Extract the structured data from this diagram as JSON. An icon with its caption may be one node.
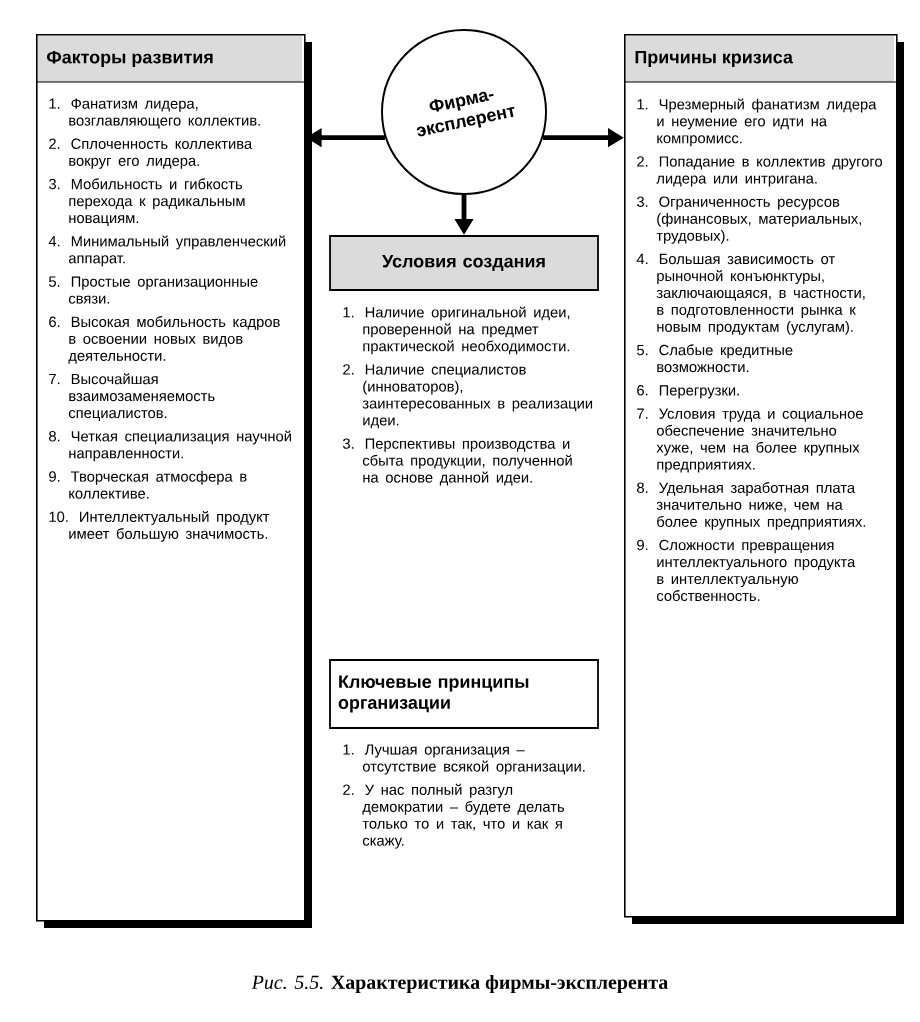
{
  "diagram": {
    "caption": "*Рис. 5.5.* **Характеристика фирмы-эксплерента**",
    "nodes": [
      {
        "text": [
          "Фирма-эксплерент"
        ]
      },
      {
        "text": [
          "Факторы развития",
          "1. Фанатизм лидера, возглавляющего коллектив.",
          "2. Сплоченность коллектива вокруг его лидера.",
          "3. Мобильность и гибкость перехода к радикальным новациям.",
          "4. Минимальный управленческий аппарат.",
          "5. Простые организационные связи.",
          "6. Высокая мобильность кадров в освоении новых видов деятельности.",
          "7. Высочайшая взаимозаменяемость специалистов.",
          "8. Четкая специализация научной направленности.",
          "9. Творческая атмосфера в коллективе.",
          "10. Интеллектуальный продукт имеет большую значимость."
        ]
      },
      {
        "text": [
          "Причины кризиса",
          "1. Чрезмерный фанатизм лидера и неумение его идти на компромисс.",
          "2. Попадание в коллектив другого лидера или интригана.",
          "3. Ограниченность ресурсов (финансовых, материальных, трудовых).",
          "4. Большая зависимость от рыночной конъюнктуры, заключающаяся, в частности, в подготовленности рынка к новым продуктам (услугам).",
          "5. Слабые кредитные возможности.",
          "6. Перегрузки.",
          "7. Условия труда и социальное обеспечение значительно хуже, чем на более крупных предприятиях.",
          "8. Удельная заработная плата значительно ниже, чем на более крупных предприятиях.",
          "9. Сложности превращения интеллектуального продукта в интеллектуальную собственность."
        ]
      },
      {
        "text": [
          "Условия создания"
        ],
        "beside": [
          "1. Наличие оригинальной идеи, проверенной на предмет практической необходимости.",
          "2. Наличие специалистов (инноваторов), заинтересованных в реализации идеи.",
          "3. Перспективы производства и сбыта продукции, полученной на основе данной идеи."
        ]
      },
      {
        "text": [
          "Ключевые принципы организации"
        ],
        "beside": [
          "1. Лучшая организация – отсутствие всякой организации.",
          "2. У нас полный разгул демократии – будете делать только то и так, что и как я скажу."
        ]
      }
    ],
    "edges": [
      {
        "from": 0,
        "to": 1,
        "arrow": "to"
      },
      {
        "from": 0,
        "to": 2,
        "arrow": "to"
      },
      {
        "from": 0,
        "to": 3,
        "arrow": "to"
      }
    ]
  }
}
